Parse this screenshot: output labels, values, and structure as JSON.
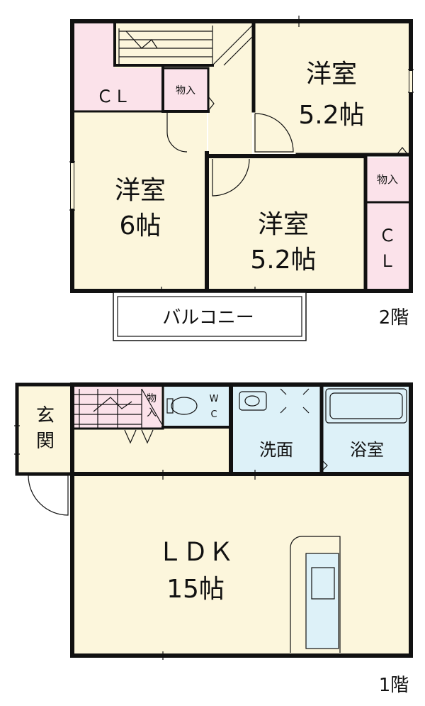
{
  "floor2": {
    "floor_label": "2階",
    "closet_left": "ＣＬ",
    "storage_top": "物入",
    "room_tr_name": "洋室",
    "room_tr_size": "5.2帖",
    "room_left_name": "洋室",
    "room_left_size": "6帖",
    "room_mid_name": "洋室",
    "room_mid_size": "5.2帖",
    "storage_right": "物入",
    "closet_right_1": "Ｃ",
    "closet_right_2": "Ｌ",
    "balcony": "バルコニー"
  },
  "floor1": {
    "floor_label": "1階",
    "entrance_1": "玄",
    "entrance_2": "関",
    "storage_1": "物",
    "storage_2": "入",
    "wc_1": "W",
    "wc_2": "C",
    "washroom": "洗面",
    "bathroom": "浴室",
    "ldk_name": "ＬＤＫ",
    "ldk_size": "15帖"
  },
  "colors": {
    "wall": "#111111",
    "floor_beige": "#fcf6dc",
    "closet_pink": "#fbe2ea",
    "wet_blue": "#ddf1f8",
    "stair_pink": "#fbe2ea"
  }
}
